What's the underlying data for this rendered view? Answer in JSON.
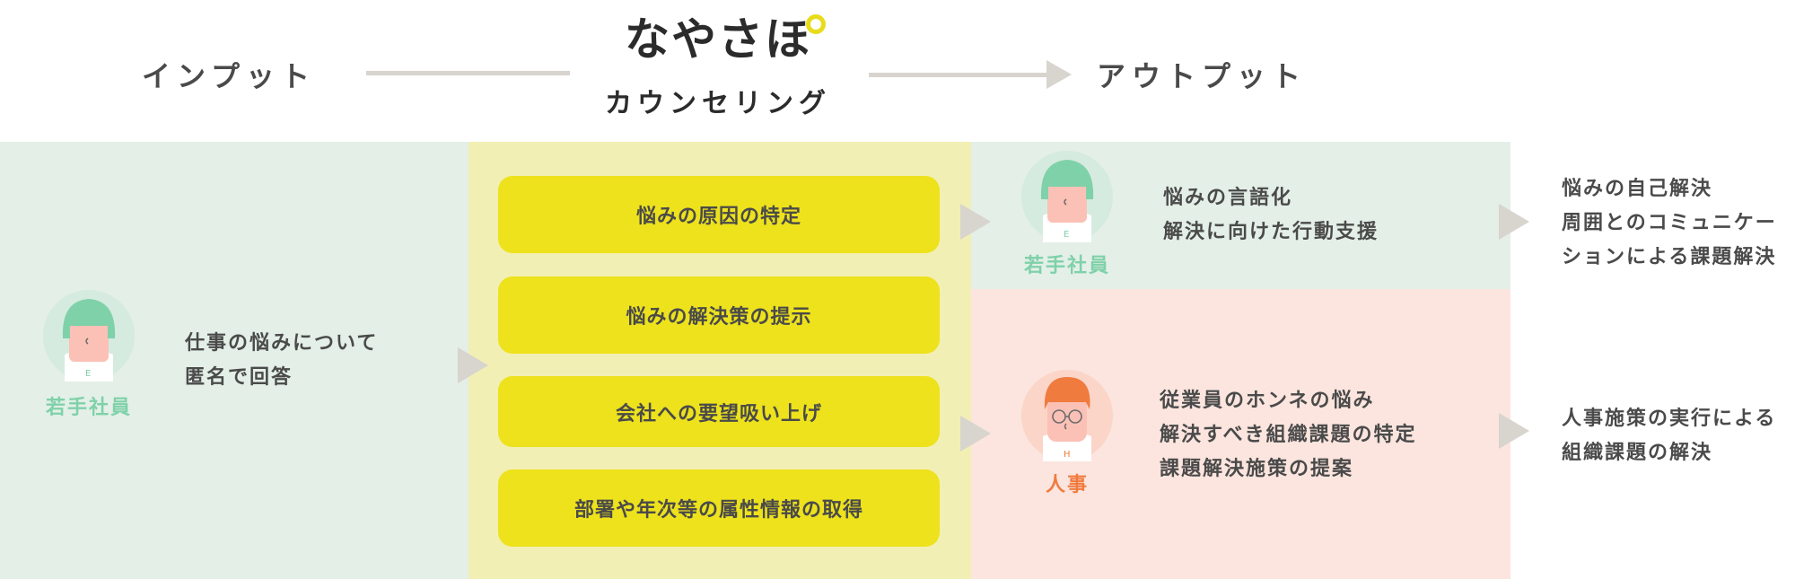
{
  "header": {
    "input_label": "インプット",
    "logo_text": "なやさほ",
    "subtitle": "カウンセリング",
    "output_label": "アウトプット"
  },
  "input": {
    "role": "若手社員",
    "lines": [
      "仕事の悩みについて",
      "匿名で回答"
    ]
  },
  "counseling": {
    "items": [
      "悩みの原因の特定",
      "悩みの解決策の提示",
      "会社への要望吸い上げ",
      "部署や年次等の属性情報の取得"
    ]
  },
  "output_employee": {
    "role": "若手社員",
    "lines": [
      "悩みの言語化",
      "解決に向けた行動支援"
    ],
    "result_lines": [
      "悩みの自己解決",
      "周囲とのコミュニケー",
      "ションによる課題解決"
    ]
  },
  "output_hr": {
    "role": "人事",
    "lines": [
      "従業員のホンネの悩み",
      "解決すべき組織課題の特定",
      "課題解決施策の提案"
    ],
    "result_lines": [
      "人事施策の実行による",
      "組織課題の解決"
    ]
  },
  "colors": {
    "green_panel": "#e3efe7",
    "yellow_panel": "#f2efb4",
    "yellow_box": "#ede21c",
    "pink_panel": "#fbe5de",
    "green_text": "#7fd1a9",
    "orange_text": "#f07b3f",
    "gray_arrow": "#d8d4ce"
  },
  "icons": {
    "employee": "young-employee-avatar-icon",
    "hr": "hr-person-avatar-icon"
  }
}
